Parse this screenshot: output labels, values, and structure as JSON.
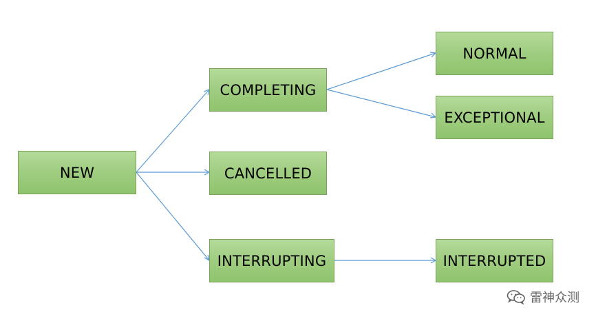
{
  "nodes": {
    "new": "NEW",
    "completing": "COMPLETING",
    "cancelled": "CANCELLED",
    "interrupting": "INTERRUPTING",
    "normal": "NORMAL",
    "exceptional": "EXCEPTIONAL",
    "interrupted": "INTERRUPTED"
  },
  "watermark": {
    "text": "雷神众测",
    "icon": "wechat-icon"
  },
  "colors": {
    "node_fill": "#a1ce82",
    "node_border": "#79a35d",
    "edge": "#5b9bd5"
  }
}
